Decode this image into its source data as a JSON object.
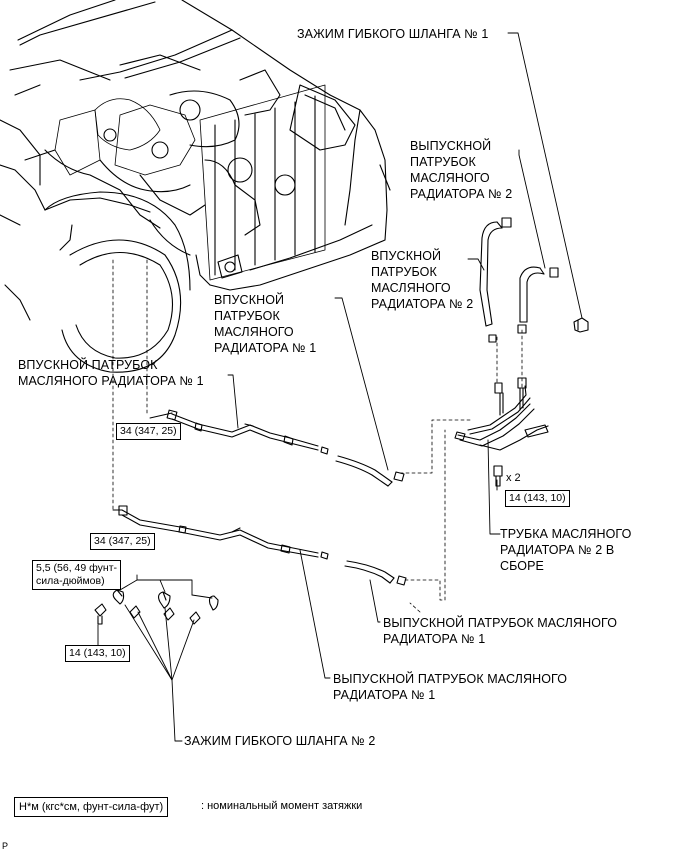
{
  "labels": {
    "clamp1": "ЗАЖИМ ГИБКОГО ШЛАНГА № 1",
    "outlet2": "ВЫПУСКНОЙ\nПАТРУБОК\nМАСЛЯНОГО\nРАДИАТОРА № 2",
    "inlet2": "ВПУСКНОЙ\nПАТРУБОК\nМАСЛЯНОГО\nРАДИАТОРА № 2",
    "inlet1_upper": "ВПУСКНОЙ\nПАТРУБОК\nМАСЛЯНОГО\nРАДИАТОРА № 1",
    "inlet1_left": "ВПУСКНОЙ ПАТРУБОК\nМАСЛЯНОГО РАДИАТОРА № 1",
    "tube2": "ТРУБКА МАСЛЯНОГО\nРАДИАТОРА № 2 В\nСБОРЕ",
    "outlet1_right": "ВЫПУСКНОЙ ПАТРУБОК МАСЛЯНОГО\nРАДИАТОРА № 1",
    "outlet1_lower": "ВЫПУСКНОЙ ПАТРУБОК МАСЛЯНОГО\nРАДИАТОРА № 1",
    "clamp2": "ЗАЖИМ ГИБКОГО ШЛАНГА № 2"
  },
  "torques": {
    "t_upper": "34 (347, 25)",
    "t_lower": "34 (347, 25)",
    "t_bolt_right": "14 (143, 10)",
    "t_bolt_left": "14 (143, 10)",
    "t_clamp": "5,5 (56, 49 фунт-\nсила-дюймов)"
  },
  "qty": "x 2",
  "legend": {
    "unit": "Н*м (кгс*см, фунт-сила-фут)",
    "desc": ": номинальный момент затяжки"
  },
  "corner_mark": "P"
}
